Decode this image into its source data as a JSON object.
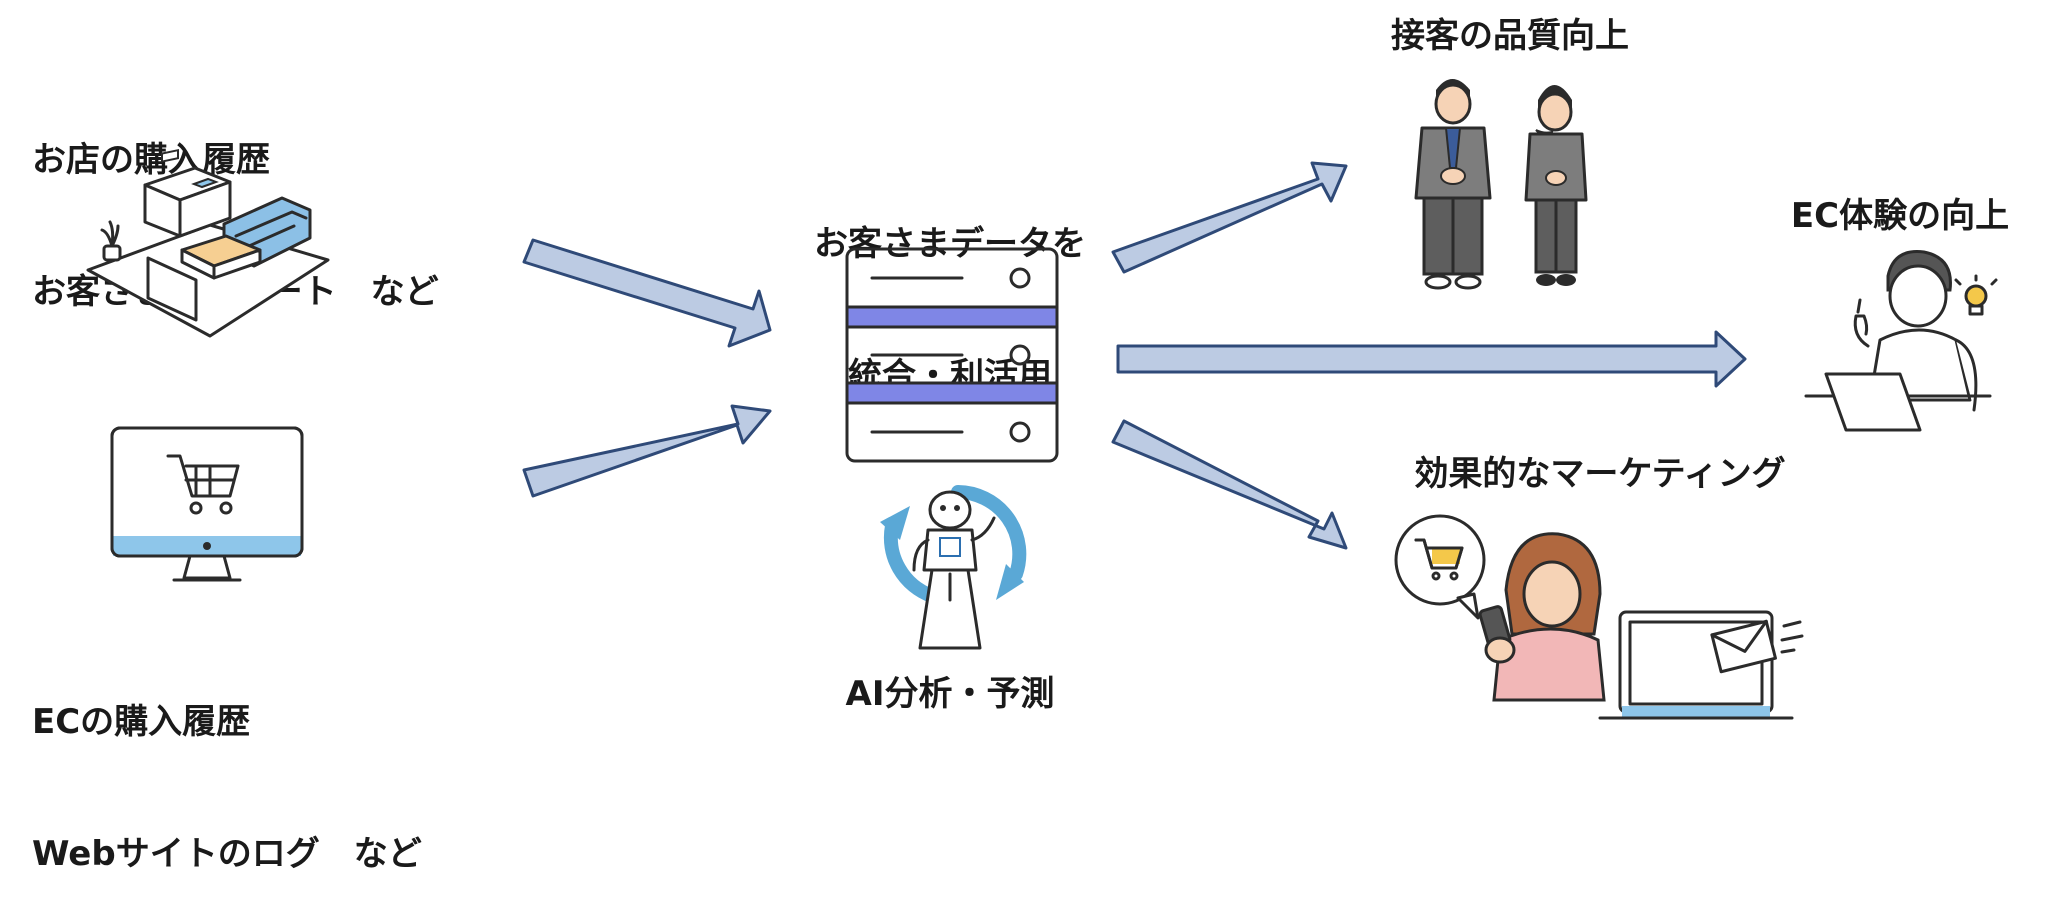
{
  "inputs": {
    "store": {
      "line1": "お店の購入履歴",
      "line2": "お客さまアンケート　など"
    },
    "ec": {
      "line1": "ECの購入履歴",
      "line2": "Webサイトのログ　など"
    }
  },
  "hub": {
    "line1": "お客さまデータを",
    "line2": "統合・利活用",
    "ai_label": "AI分析・予測"
  },
  "outputs": {
    "service": "接客の品質向上",
    "ec_experience": "EC体験の向上",
    "marketing": "効果的なマーケティング"
  },
  "colors": {
    "arrow_fill": "#bccbe3",
    "arrow_stroke": "#2f4a78",
    "server_stripe": "#7f86e6",
    "accent_blue": "#8ec6ea",
    "sofa_blue": "#8cc0e6",
    "table_orange": "#f6cf92",
    "cycle_blue": "#5aa8d6",
    "skin": "#f6d3b6",
    "hair_brown": "#b0683f",
    "sweater_pink": "#f2b7b7",
    "cart_yellow": "#f4c84a",
    "suit_gray": "#7d7d7d"
  },
  "icons": {
    "living_room": "living-room-icon",
    "monitor_cart": "monitor-cart-icon",
    "server": "server-icon",
    "robot_cycle": "robot-cycle-icon",
    "staff": "staff-bowing-icon",
    "person_laptop": "person-laptop-idea-icon",
    "woman_phone": "woman-smartphone-icon",
    "laptop_mail": "laptop-mail-icon"
  }
}
